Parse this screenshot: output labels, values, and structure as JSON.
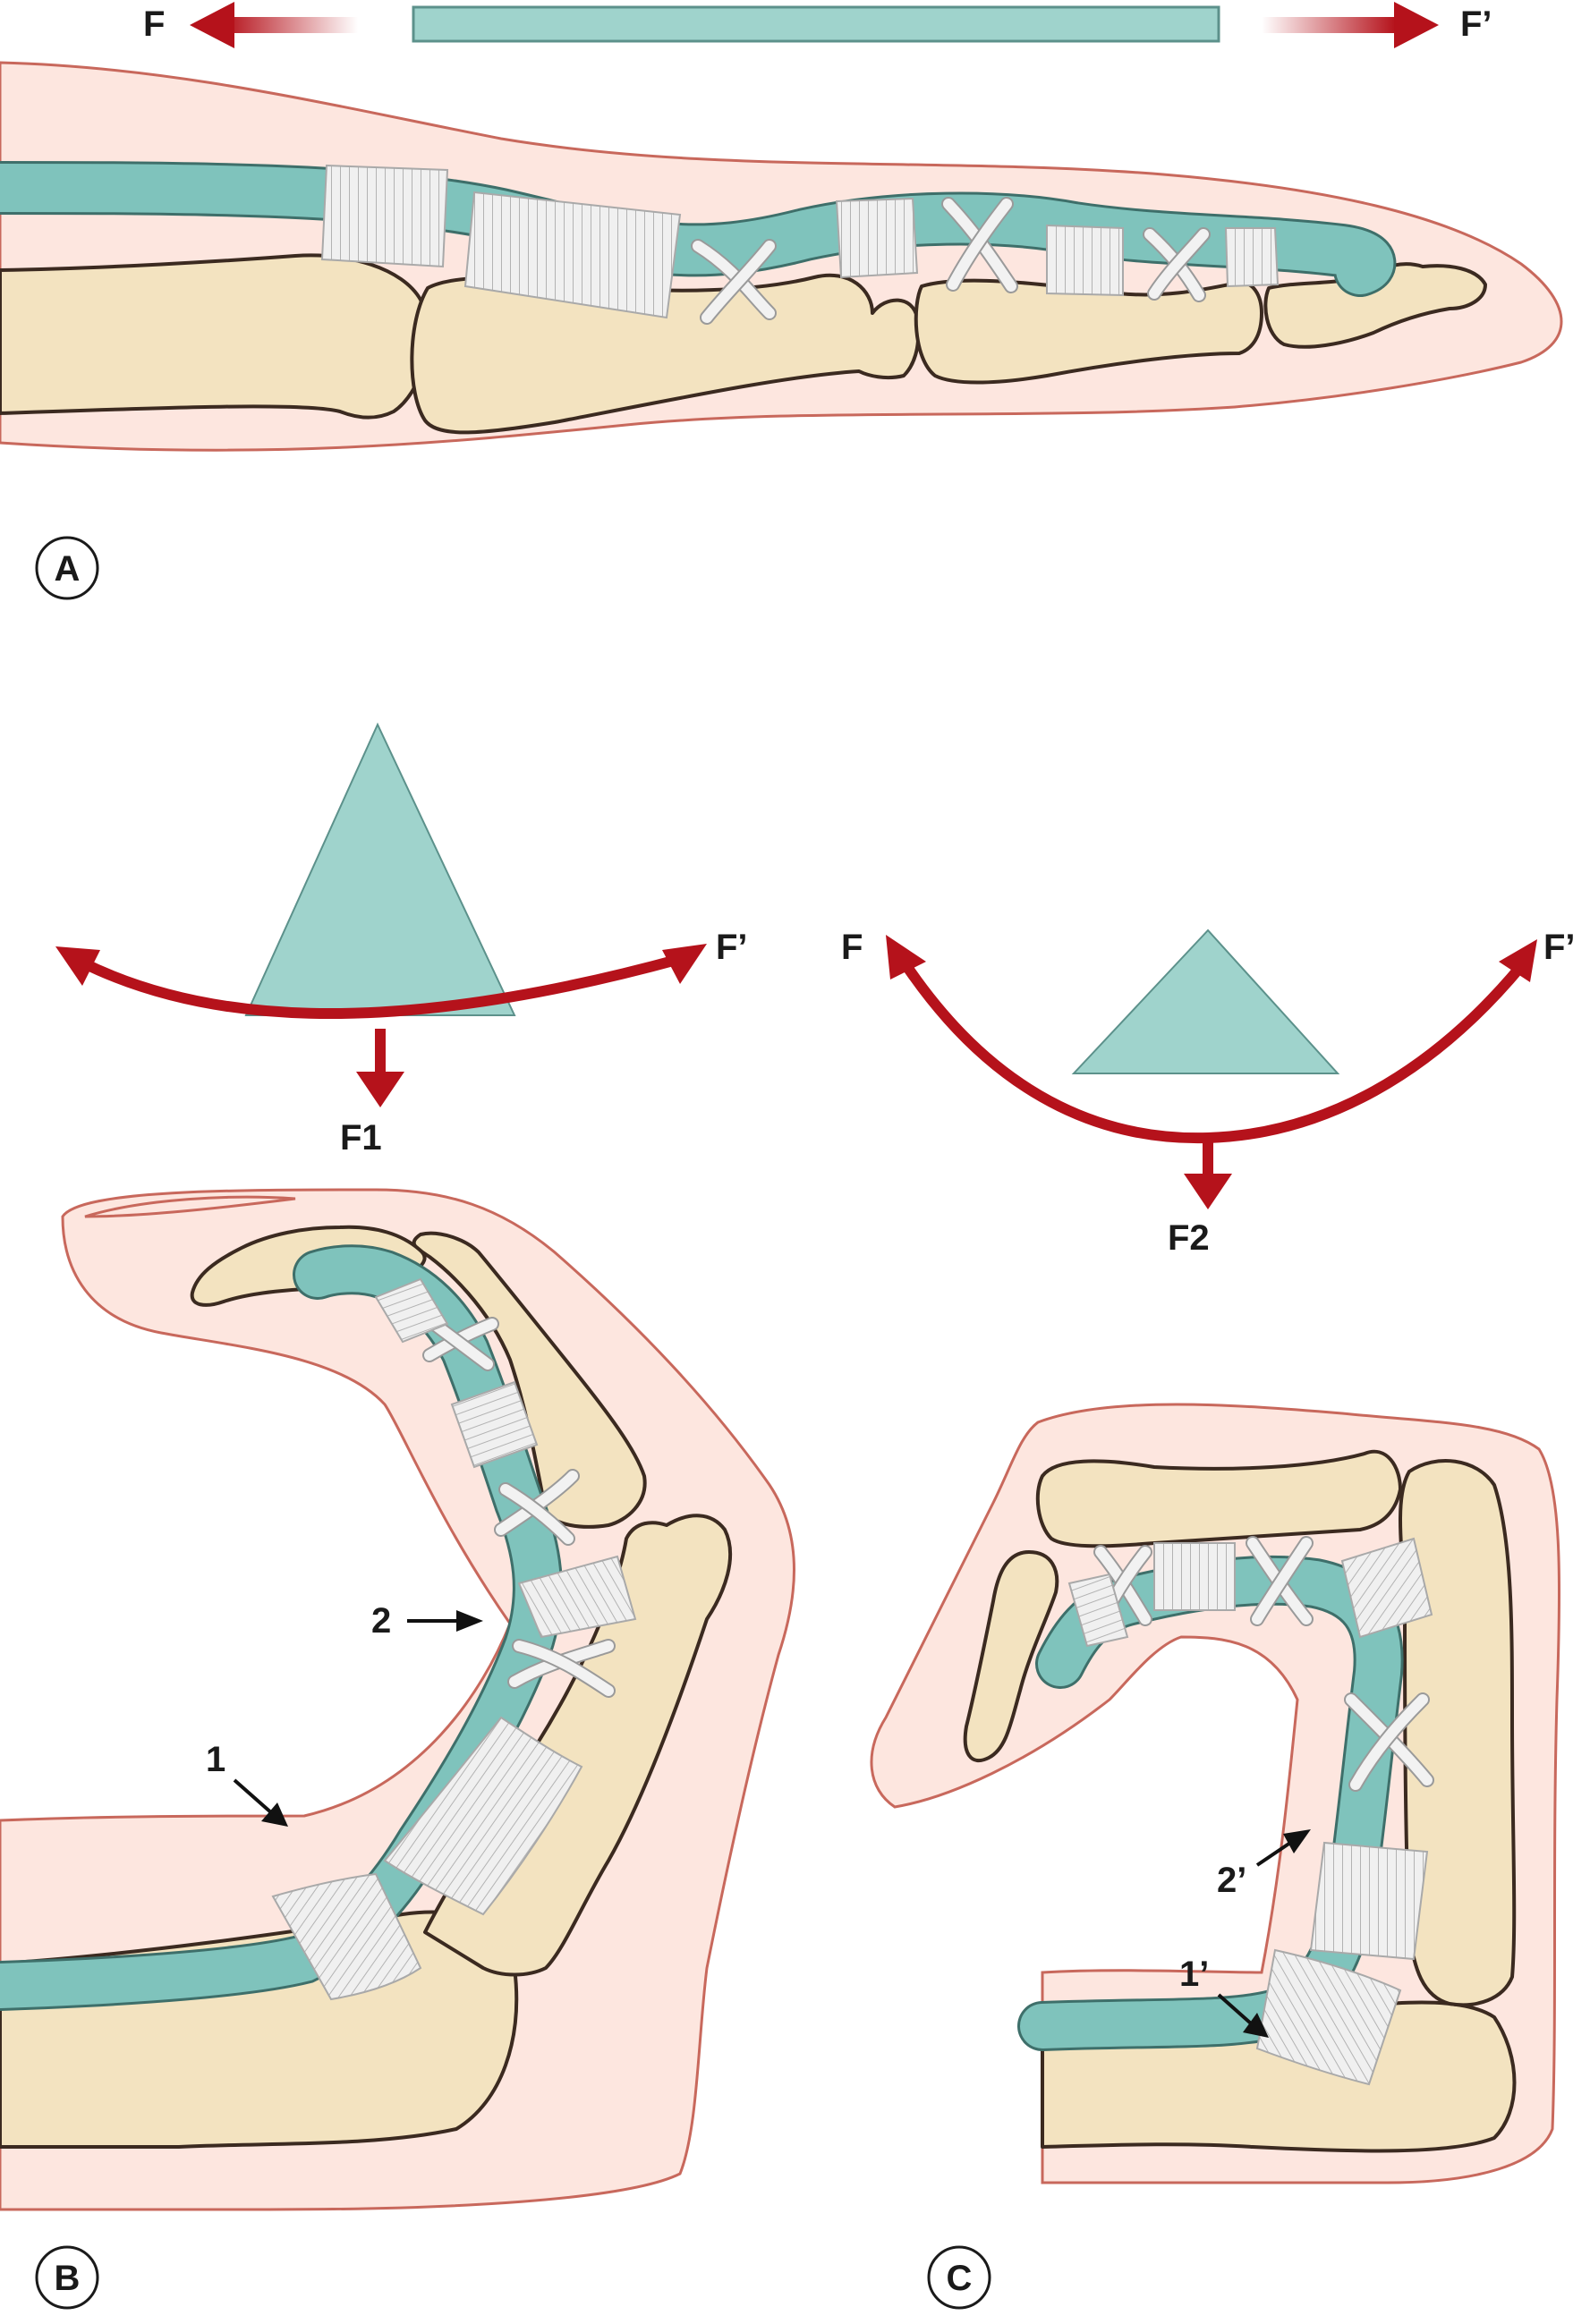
{
  "panels": {
    "A": {
      "letter": "A",
      "force_left": "F",
      "force_right": "F’"
    },
    "B": {
      "letter": "B",
      "force_right": "F’",
      "resultant": "F1",
      "label_1": "1",
      "label_2": "2"
    },
    "C": {
      "letter": "C",
      "force_left": "F",
      "force_right": "F’",
      "resultant": "F2",
      "label_1": "1’",
      "label_2": "2’"
    }
  },
  "colors": {
    "force_arrow": "#b5121b",
    "tendon": "#7fc3bc",
    "triangle_and_bar": "#9fd3cc",
    "bone": "#f3e3c0",
    "skin": "#fde6df",
    "pulley": "#eeeeee"
  }
}
